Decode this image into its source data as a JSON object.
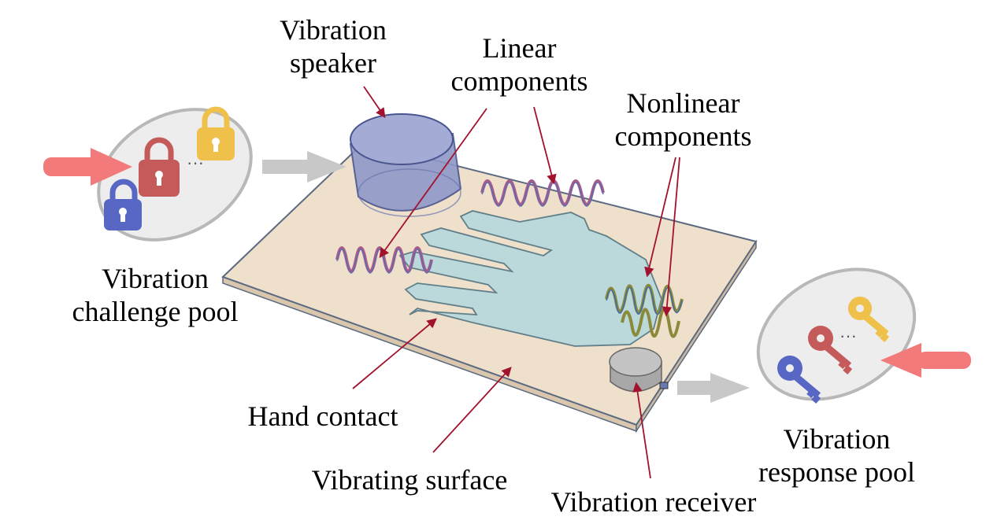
{
  "labels": {
    "vibration_speaker": [
      "Vibration",
      "speaker"
    ],
    "linear_components": [
      "Linear",
      "components"
    ],
    "nonlinear_components": [
      "Nonlinear",
      "components"
    ],
    "challenge_pool": [
      "Vibration",
      "challenge pool"
    ],
    "hand_contact": "Hand contact",
    "vibrating_surface": "Vibrating surface",
    "vibration_receiver": "Vibration receiver",
    "response_pool": [
      "Vibration",
      "response pool"
    ]
  },
  "colors": {
    "lock_red": "#c55a5a",
    "lock_blue": "#5867c4",
    "lock_yellow": "#efc14a",
    "key_red": "#c55a5a",
    "key_blue": "#5867c4",
    "key_yellow": "#efc14a",
    "input_arrow": "#f27a7a",
    "flow_arrow": "#c8c8c8",
    "pointer_line": "#a3122c",
    "surface": "#efe0cc",
    "hand": "#b9d8dc",
    "speaker": "#8f98c8",
    "receiver": "#b2b2b2",
    "linear_wave": "#a85a8a",
    "nonlinear_wave": "#8a8a3a"
  },
  "challenge_pool_icons": [
    "lock-red",
    "lock-blue",
    "lock-yellow"
  ],
  "response_pool_icons": [
    "key-red",
    "key-blue",
    "key-yellow"
  ],
  "ellipsis": "···"
}
